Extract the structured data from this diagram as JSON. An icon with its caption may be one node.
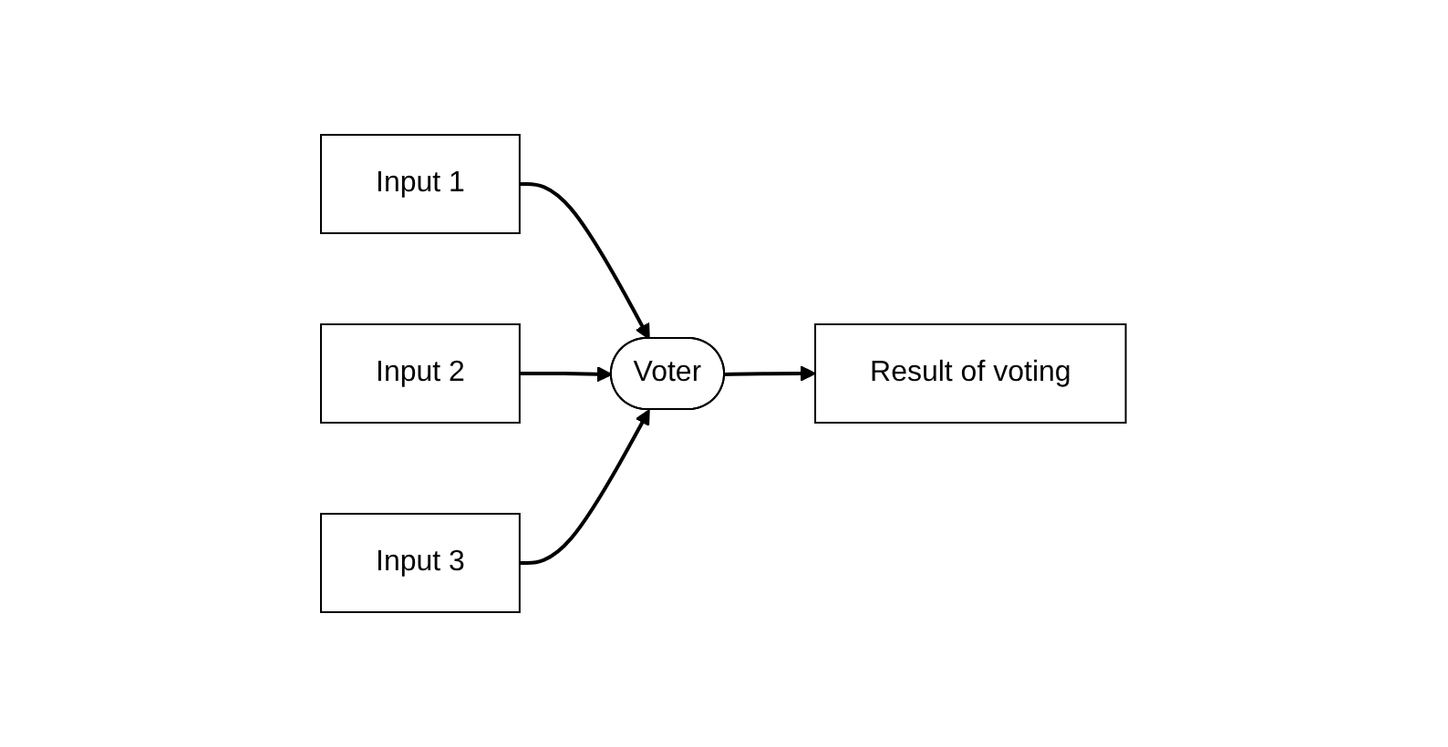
{
  "diagram": {
    "nodes": [
      {
        "text": [
          "Input 1"
        ]
      },
      {
        "text": [
          "Input 2"
        ]
      },
      {
        "text": [
          "Input 3"
        ]
      },
      {
        "text": [
          "Voter"
        ]
      },
      {
        "text": [
          "Result of voting"
        ]
      }
    ],
    "edges": [
      {
        "from": 0,
        "to": 3,
        "arrow": "to"
      },
      {
        "from": 1,
        "to": 3,
        "arrow": "to"
      },
      {
        "from": 2,
        "to": 3,
        "arrow": "to"
      },
      {
        "from": 3,
        "to": 4,
        "arrow": "to"
      }
    ]
  }
}
